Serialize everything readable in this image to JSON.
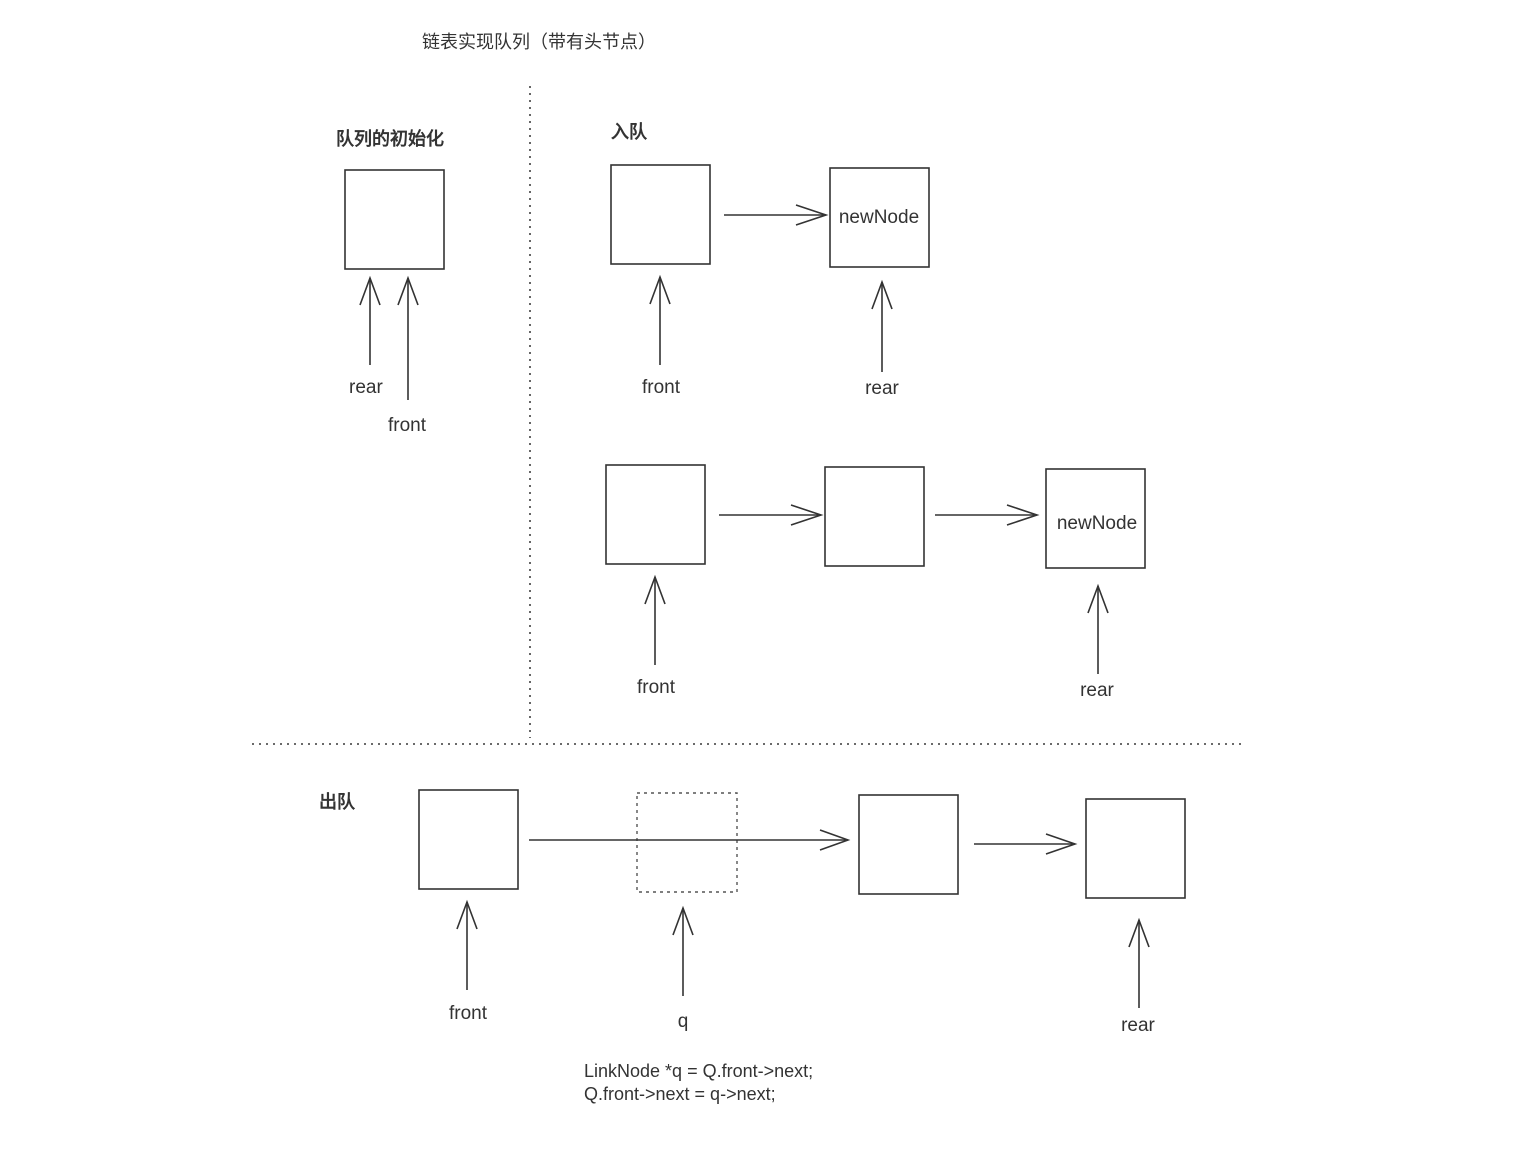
{
  "title": "链表实现队列（带有头节点）",
  "sections": {
    "init": {
      "heading": "队列的初始化",
      "pointer_rear": "rear",
      "pointer_front": "front"
    },
    "enqueue": {
      "heading": "入队",
      "step1": {
        "new_node_label": "newNode",
        "pointer_front": "front",
        "pointer_rear": "rear"
      },
      "step2": {
        "new_node_label": "newNode",
        "pointer_front": "front",
        "pointer_rear": "rear"
      }
    },
    "dequeue": {
      "heading": "出队",
      "pointer_front": "front",
      "pointer_q": "q",
      "pointer_rear": "rear",
      "code": [
        "LinkNode *q = Q.front->next;",
        "Q.front->next = q->next;"
      ]
    }
  },
  "colors": {
    "stroke": "#333333",
    "text": "#333333",
    "background": "#ffffff"
  }
}
